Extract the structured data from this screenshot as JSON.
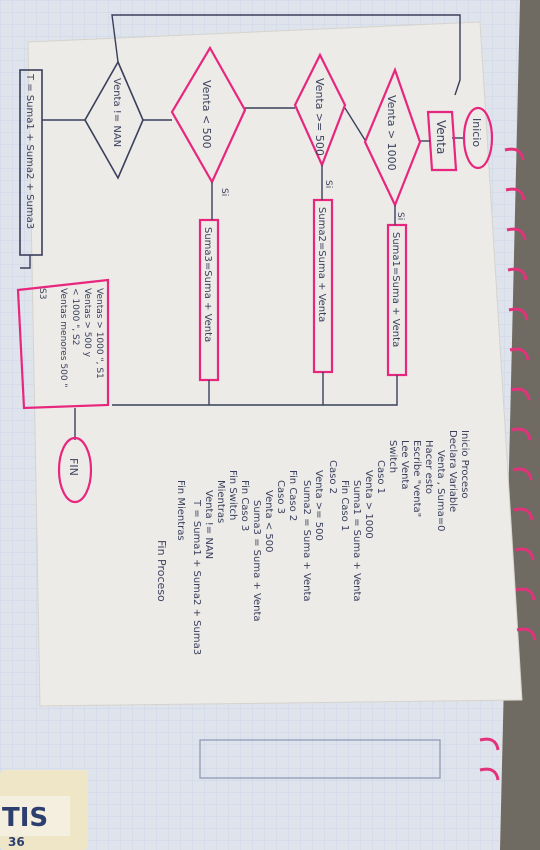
{
  "flowchart": {
    "start": "Inicio",
    "input": "Venta",
    "decision_1": "Venta > 1000",
    "decision_2": "Venta >= 500",
    "decision_3": "Venta < 500",
    "decision_4": "Venta != NAN",
    "label_si_1": "Si",
    "label_si_2": "Si",
    "label_si_3": "Si",
    "process_1": "Suma1=Suma + Venta",
    "process_2": "Suma2=Suma + Venta",
    "process_3": "Suma3=Suma + Venta",
    "output_lines": [
      "Ventas > 1000 \", S1",
      "Ventas > 500 y",
      "< 1000 \", S2",
      "Ventas menores 500 \"",
      "S3"
    ],
    "total": "T = Suma1 + Suma2 + Suma3",
    "end": "FIN"
  },
  "pseudocode": {
    "lines": [
      "Inicio Proceso",
      "Declara Variable",
      "Venta , Suma=0",
      "Hacer esto",
      "Escribe \"venta\"",
      "Lee Venta",
      "Switch",
      "Caso 1",
      "Venta > 1000",
      "Suma1 = Suma + Venta",
      "Fin Caso 1",
      "Caso 2",
      "Venta >= 500",
      "Suma2 = Suma + Venta",
      "Fin Caso 2",
      "Caso 3",
      "Venta < 500",
      "Suma3 = Suma + Venta",
      "Fin Caso 3",
      "Fin Switch",
      "Mientras",
      "Venta != NAN",
      "T = Suma1 + Suma2 + Suma3",
      "Fin Mientras",
      "Fin Proceso"
    ]
  },
  "eraser": {
    "brand": "TIS",
    "code": "36"
  },
  "colors": {
    "paper": "#ece9e4",
    "ink": "#3a3f5c",
    "pink": "#e8267e",
    "spiral": "#e2327a",
    "table": "#3b3a36"
  }
}
